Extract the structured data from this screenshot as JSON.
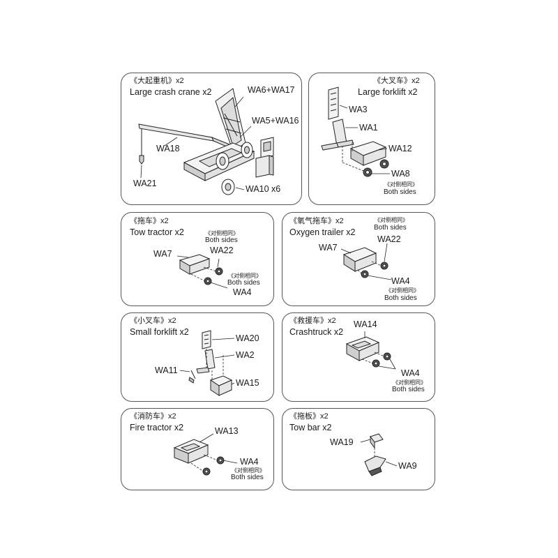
{
  "panels": [
    {
      "title_cn": "《大起重机》x2",
      "title_en": "Large crash crane x2",
      "labels": {
        "wa6_wa17": "WA6+WA17",
        "wa5_wa16": "WA5+WA16",
        "wa18": "WA18",
        "wa21": "WA21",
        "wa10": "WA10 x6"
      }
    },
    {
      "title_cn": "《大叉车》x2",
      "title_en": "Large forklift x2",
      "labels": {
        "wa3": "WA3",
        "wa1": "WA1",
        "wa12": "WA12",
        "wa8": "WA8",
        "note_cn": "《对侧相同》",
        "note_en": "Both sides"
      }
    },
    {
      "title_cn": "《拖车》x2",
      "title_en": "Tow tractor x2",
      "labels": {
        "note1_cn": "《对侧相同》",
        "note1_en": "Both sides",
        "wa7": "WA7",
        "wa22": "WA22",
        "note2_cn": "《对侧相同》",
        "note2_en": "Both sides",
        "wa4": "WA4"
      }
    },
    {
      "title_cn": "《氧气拖车》x2",
      "title_en": "Oxygen trailer x2",
      "labels": {
        "note1_cn": "《对侧相同》",
        "note1_en": "Both sides",
        "wa7": "WA7",
        "wa22": "WA22",
        "wa4": "WA4",
        "note2_cn": "《对侧相同》",
        "note2_en": "Both sides"
      }
    },
    {
      "title_cn": "《小叉车》x2",
      "title_en": "Small forklift x2",
      "labels": {
        "wa20": "WA20",
        "wa2": "WA2",
        "wa11": "WA11",
        "wa15": "WA15"
      }
    },
    {
      "title_cn": "《救援车》x2",
      "title_en": "Crashtruck x2",
      "labels": {
        "wa14": "WA14",
        "wa4": "WA4",
        "note_cn": "《对侧相同》",
        "note_en": "Both sides"
      }
    },
    {
      "title_cn": "《消防车》x2",
      "title_en": "Fire tractor x2",
      "labels": {
        "wa13": "WA13",
        "wa4": "WA4",
        "note_cn": "《对侧相同》",
        "note_en": "Both sides"
      }
    },
    {
      "title_cn": "《拖板》x2",
      "title_en": "Tow bar x2",
      "labels": {
        "wa19": "WA19",
        "wa9": "WA9"
      }
    }
  ]
}
